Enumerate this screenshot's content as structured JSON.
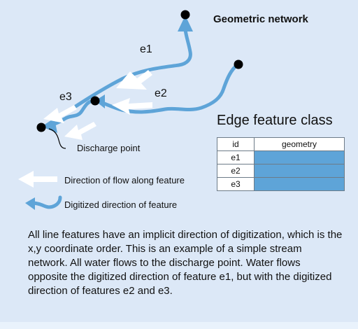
{
  "title": "Geometric network",
  "edges": [
    "e1",
    "e2",
    "e3"
  ],
  "discharge_label": "Discharge point",
  "legend": {
    "flow": "Direction of flow along feature",
    "digitized": "Digitized direction of feature"
  },
  "feature_class": {
    "title": "Edge feature class",
    "columns": [
      "id",
      "geometry"
    ],
    "rows": [
      "e1",
      "e2",
      "e3"
    ]
  },
  "caption": "All line features have an implicit direction of digitization, which is the x,y coordinate order. This is an example of a simple stream network. All water flows to the discharge point. Water flows opposite the digitized direction of feature e1, but with the digitized direction of features e2 and e3.",
  "colors": {
    "background": "#dce8f7",
    "stream": "#5ea4d8",
    "flow_arrow": "#ffffff",
    "junction": "#000000"
  }
}
